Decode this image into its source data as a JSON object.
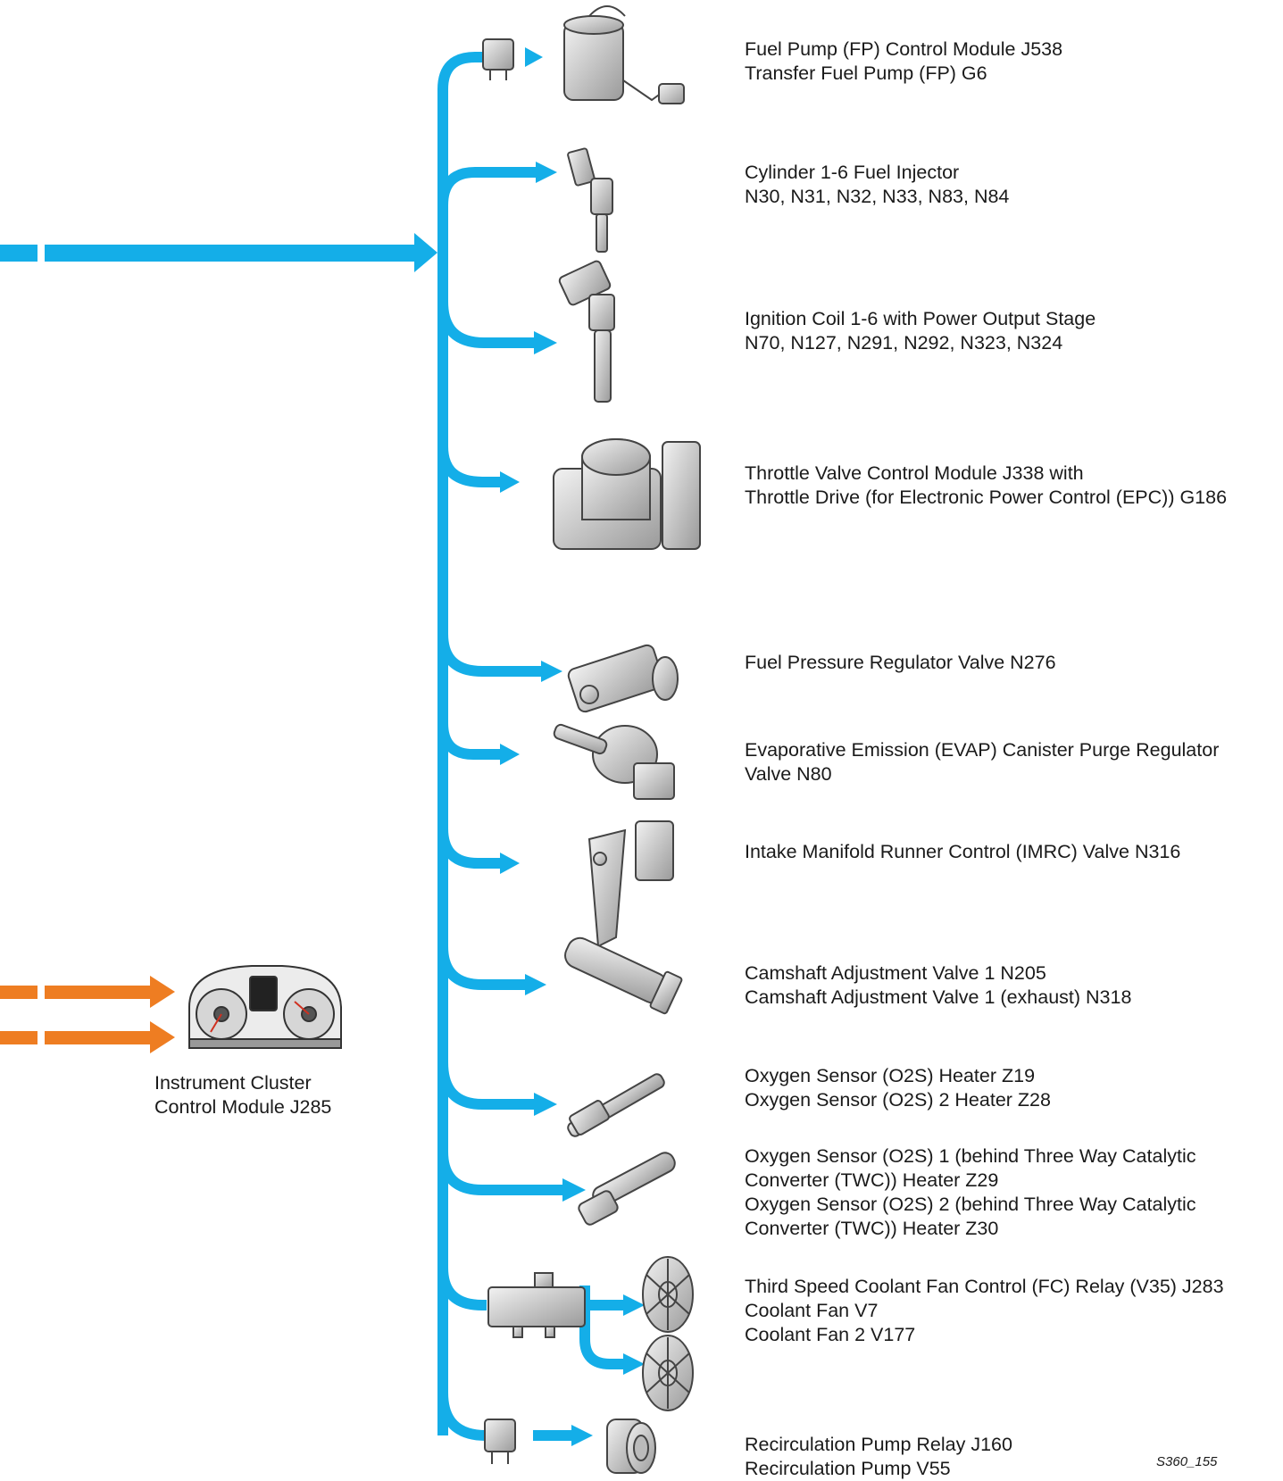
{
  "colors": {
    "signal_blue": "#14aee8",
    "signal_orange": "#ee7d22",
    "component_grey": "#c8c8c8",
    "outline": "#444444"
  },
  "components": [
    {
      "lines": [
        "Fuel Pump (FP) Control Module J538",
        "Transfer Fuel Pump (FP) G6"
      ],
      "icon": "fuel-pump-icon"
    },
    {
      "lines": [
        "Cylinder 1-6 Fuel Injector",
        "N30, N31, N32, N33, N83, N84"
      ],
      "icon": "fuel-injector-icon"
    },
    {
      "lines": [
        "Ignition Coil 1-6 with Power Output Stage",
        "N70, N127, N291, N292, N323, N324"
      ],
      "icon": "ignition-coil-icon"
    },
    {
      "lines": [
        "Throttle Valve Control Module  J338 with",
        "Throttle Drive (for Electronic Power Control (EPC)) G186"
      ],
      "icon": "throttle-body-icon"
    },
    {
      "lines": [
        "Fuel Pressure Regulator Valve N276"
      ],
      "icon": "pressure-valve-icon"
    },
    {
      "lines": [
        "Evaporative Emission (EVAP) Canister Purge Regulator",
        "Valve N80"
      ],
      "icon": "purge-valve-icon"
    },
    {
      "lines": [
        "Intake Manifold Runner Control (IMRC) Valve N316"
      ],
      "icon": "imrc-valve-icon"
    },
    {
      "lines": [
        "Camshaft Adjustment Valve 1 N205",
        "Camshaft Adjustment Valve 1 (exhaust) N318"
      ],
      "icon": "camshaft-valve-icon"
    },
    {
      "lines": [
        "Oxygen Sensor (O2S) Heater Z19",
        "Oxygen Sensor (O2S) 2 Heater Z28"
      ],
      "icon": "oxygen-sensor-icon"
    },
    {
      "lines": [
        "Oxygen Sensor (O2S) 1 (behind Three Way Catalytic",
        "Converter (TWC)) Heater Z29",
        "Oxygen Sensor (O2S) 2 (behind Three Way Catalytic",
        "Converter (TWC)) Heater Z30"
      ],
      "icon": "oxygen-sensor-icon"
    },
    {
      "lines": [
        "Third Speed Coolant Fan Control (FC) Relay (V35) J283",
        "Coolant Fan V7",
        "Coolant Fan 2 V177"
      ],
      "icon": "coolant-fan-icon"
    },
    {
      "lines": [
        "Recirculation Pump Relay J160",
        "Recirculation Pump V55"
      ],
      "icon": "recirculation-pump-icon"
    }
  ],
  "instrument_cluster": {
    "lines": [
      "Instrument Cluster",
      "Control Module J285"
    ],
    "icon": "instrument-cluster-icon"
  },
  "figure_id": "S360_155"
}
